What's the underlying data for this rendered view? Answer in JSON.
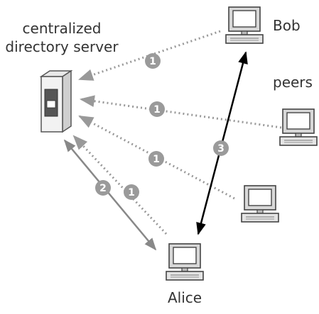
{
  "labels": {
    "server_line1": "centralized",
    "server_line2": "directory server",
    "bob": "Bob",
    "peers": "peers",
    "alice": "Alice"
  },
  "steps": {
    "query": "1",
    "reply": "2",
    "transfer": "3"
  },
  "colors": {
    "dotted_arrow": "#999999",
    "reply_arrow": "#888888",
    "transfer_arrow": "#000000",
    "badge_fill": "#9a9a9a",
    "badge_text": "#ffffff",
    "text": "#333333"
  }
}
